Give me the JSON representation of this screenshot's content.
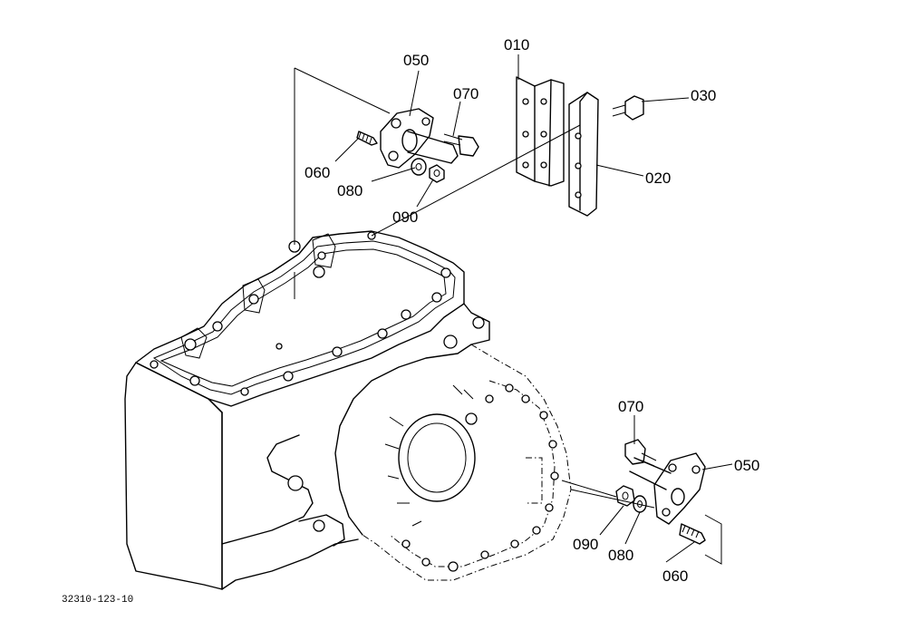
{
  "diagram": {
    "figure_code": "32310-123-10",
    "part_labels": {
      "p010": "010",
      "p020": "020",
      "p030": "030",
      "p050_top": "050",
      "p060_top": "060",
      "p070_top": "070",
      "p080_top": "080",
      "p090_top": "090",
      "p050_right": "050",
      "p060_right": "060",
      "p070_right": "070",
      "p080_right": "080",
      "p090_right": "090"
    }
  }
}
